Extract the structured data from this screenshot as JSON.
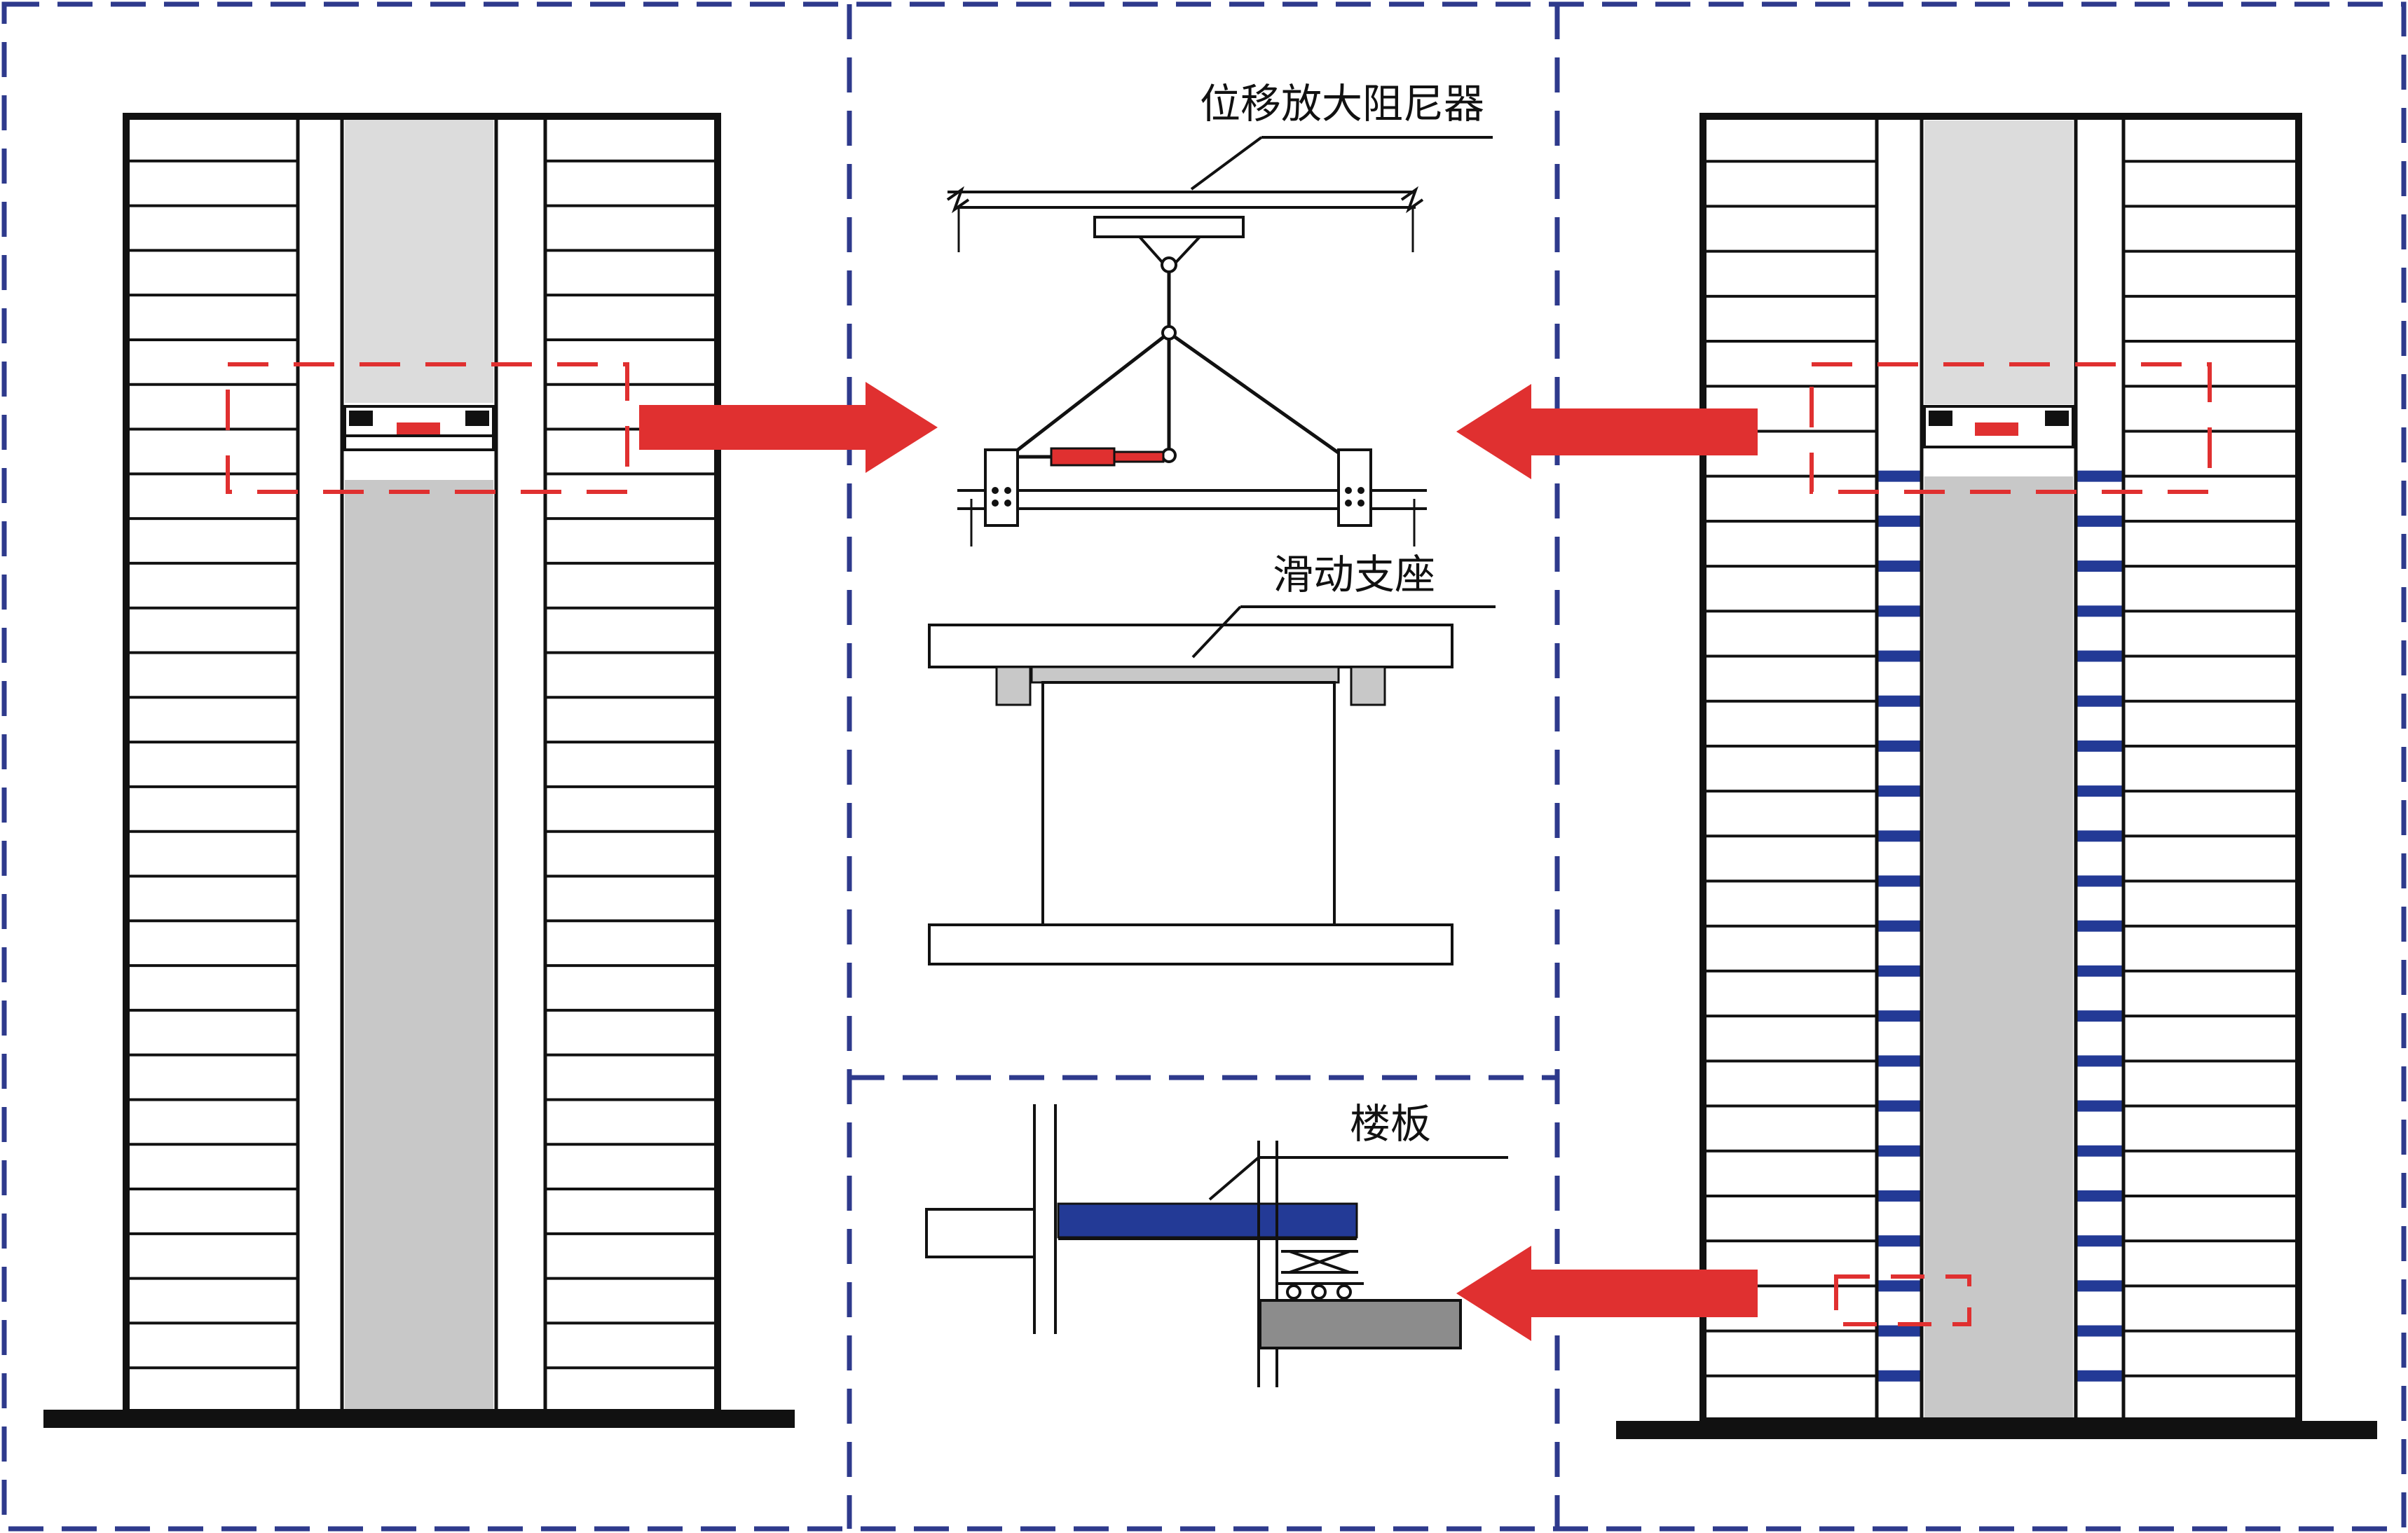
{
  "labels": {
    "damper": "位移放大阻尼器",
    "sliding_support": "滑动支座",
    "floor_slab": "楼板"
  },
  "colors": {
    "frame_border": "#2e3a8c",
    "highlight": "#e03030",
    "arrow": "#e03030",
    "core_light": "#dcdcdc",
    "core_mid": "#c8c8c8",
    "slab": "#233a96",
    "support_block": "#8c8c8c",
    "structure_line": "#111111"
  },
  "building_left": {
    "floors": 28
  },
  "building_right": {
    "floors": 28
  }
}
